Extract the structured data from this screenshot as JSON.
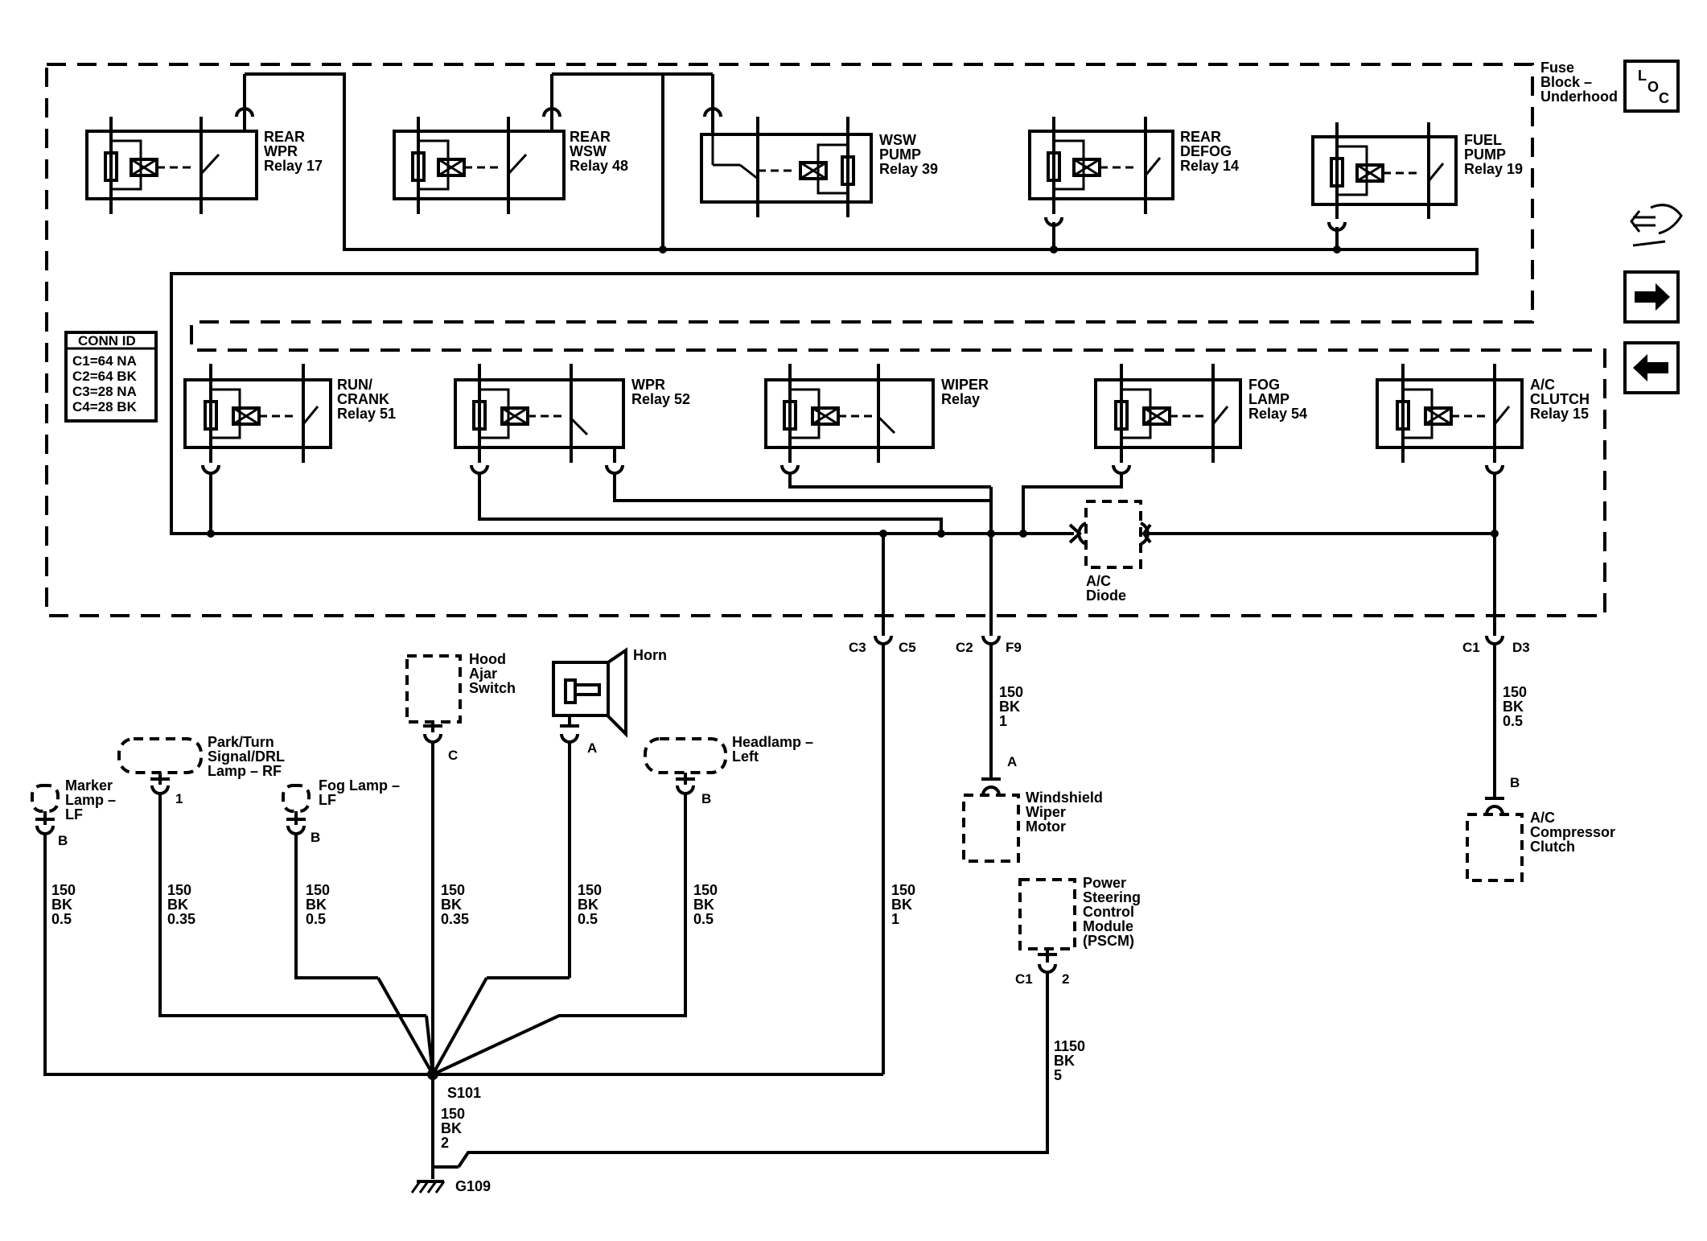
{
  "fuse_block": {
    "label_lines": [
      "Fuse",
      "Block –",
      "Underhood"
    ]
  },
  "conn_id": {
    "title": "CONN ID",
    "lines": [
      "C1=64 NA",
      "C2=64 BK",
      "C3=28 NA",
      "C4=28 BK"
    ]
  },
  "loc_icon": {
    "letters": [
      "L",
      "O",
      "C"
    ]
  },
  "top_relays": [
    {
      "lines": [
        "REAR",
        "WPR",
        "Relay 17"
      ]
    },
    {
      "lines": [
        "REAR",
        "WSW",
        "Relay 48"
      ]
    },
    {
      "lines": [
        "WSW",
        "PUMP",
        "Relay 39"
      ]
    },
    {
      "lines": [
        "REAR",
        "DEFOG",
        "Relay 14"
      ]
    },
    {
      "lines": [
        "FUEL",
        "PUMP",
        "Relay 19"
      ]
    }
  ],
  "bottom_relays": [
    {
      "lines": [
        "RUN/",
        "CRANK",
        "Relay 51"
      ]
    },
    {
      "lines": [
        "WPR",
        "Relay 52"
      ]
    },
    {
      "lines": [
        "WIPER",
        "Relay"
      ]
    },
    {
      "lines": [
        "FOG",
        "LAMP",
        "Relay 54"
      ]
    },
    {
      "lines": [
        "A/C",
        "CLUTCH",
        "Relay 15"
      ]
    }
  ],
  "diode": {
    "lines": [
      "A/C",
      "Diode"
    ]
  },
  "connectors": {
    "c3": "C3",
    "c5": "C5",
    "c2": "C2",
    "f9": "F9",
    "c1_d": "C1",
    "d3": "D3",
    "horn_a": "A",
    "hood_c": "C",
    "park_1": "1",
    "marker_b": "B",
    "fog_b": "B",
    "head_b": "B",
    "wiper_a": "A",
    "comp_b": "B",
    "pscm_c1": "C1",
    "pscm_2": "2"
  },
  "components": {
    "horn": [
      "Horn"
    ],
    "hood_switch": [
      "Hood",
      "Ajar",
      "Switch"
    ],
    "park_lamp": [
      "Park/Turn",
      "Signal/DRL",
      "Lamp – RF"
    ],
    "headlamp": [
      "Headlamp –",
      "Left"
    ],
    "marker_lamp": [
      "Marker",
      "Lamp –",
      "LF"
    ],
    "fog_lamp": [
      "Fog Lamp –",
      "LF"
    ],
    "wiper_motor": [
      "Windshield",
      "Wiper",
      "Motor"
    ],
    "compressor": [
      "A/C",
      "Compressor",
      "Clutch"
    ],
    "pscm": [
      "Power",
      "Steering",
      "Control",
      "Module",
      "(PSCM)"
    ]
  },
  "wires": {
    "marker": [
      "150",
      "BK",
      "0.5"
    ],
    "park": [
      "150",
      "BK",
      "0.35"
    ],
    "fog": [
      "150",
      "BK",
      "0.5"
    ],
    "hood": [
      "150",
      "BK",
      "0.35"
    ],
    "horn": [
      "150",
      "BK",
      "0.5"
    ],
    "headlamp": [
      "150",
      "BK",
      "0.5"
    ],
    "c5": [
      "150",
      "BK",
      "1"
    ],
    "f9": [
      "150",
      "BK",
      "1"
    ],
    "d3": [
      "150",
      "BK",
      "0.5"
    ],
    "pscm": [
      "1150",
      "BK",
      "5"
    ],
    "ground": [
      "150",
      "BK",
      "2"
    ]
  },
  "splice": "S101",
  "ground": "G109"
}
